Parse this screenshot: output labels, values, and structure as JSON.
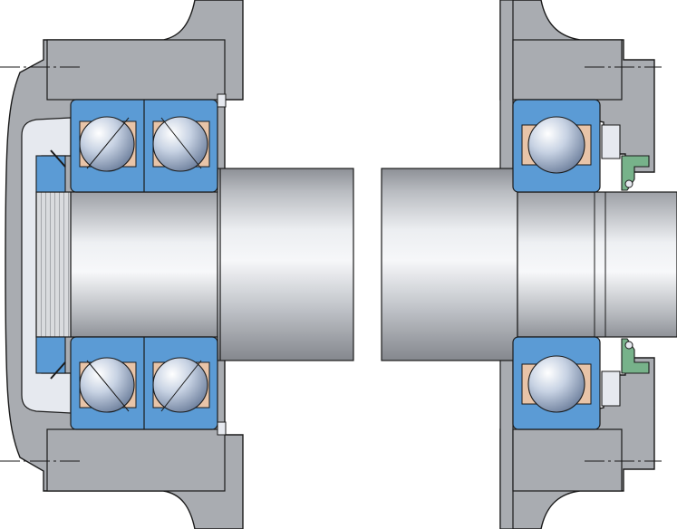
{
  "diagram": {
    "colors": {
      "housing": "#a9acb1",
      "housing_dark": "#8e9196",
      "housing_cavity": "#e6e9ef",
      "outline": "#1a1a1a",
      "bearing_ring": "#5b9bd5",
      "cage": "#e8c4a8",
      "seal": "#77b28a",
      "shaft_light": "#f2f3f5",
      "shaft_mid": "#c9ccd1",
      "shaft_dark": "#8d9096",
      "ball_light": "#f4f6fa",
      "ball_dark": "#7d8ea8",
      "background": "#ffffff"
    },
    "components": [
      {
        "id": "housing-left",
        "icon": "housing-section"
      },
      {
        "id": "housing-right",
        "icon": "housing-section"
      },
      {
        "id": "shaft",
        "icon": "shaft-cylinder"
      },
      {
        "id": "locking-nut",
        "icon": "threaded-nut"
      },
      {
        "id": "angular-contact-bearing-pair-upper",
        "icon": "bearing-section"
      },
      {
        "id": "angular-contact-bearing-pair-lower",
        "icon": "bearing-section"
      },
      {
        "id": "deep-groove-bearing-upper",
        "icon": "bearing-section"
      },
      {
        "id": "deep-groove-bearing-lower",
        "icon": "bearing-section"
      },
      {
        "id": "radial-shaft-seal-upper",
        "icon": "seal-lip"
      },
      {
        "id": "radial-shaft-seal-lower",
        "icon": "seal-lip"
      }
    ]
  }
}
